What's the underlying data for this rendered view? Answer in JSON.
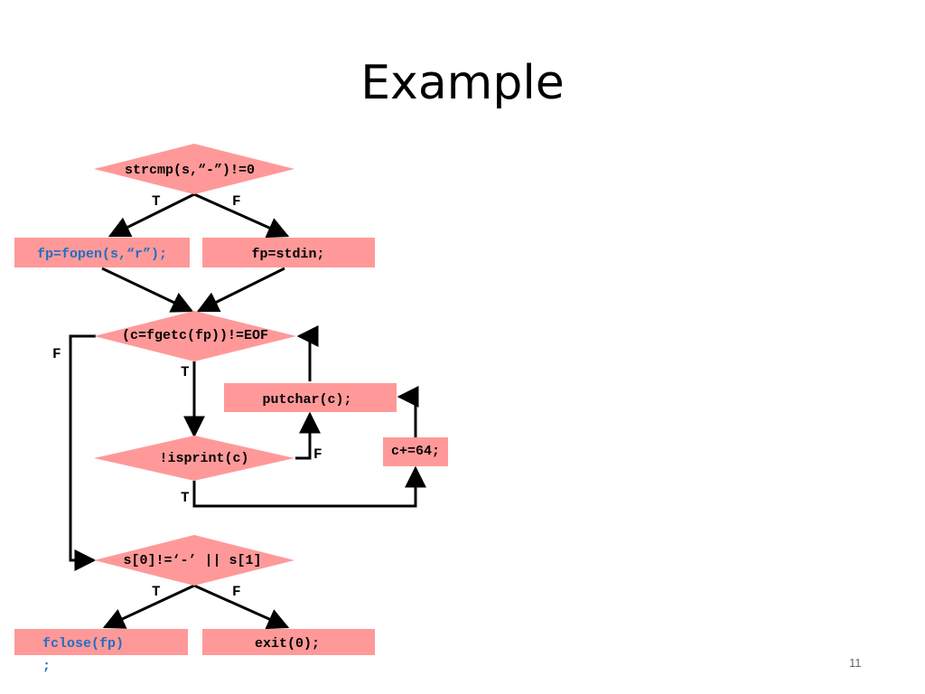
{
  "slide": {
    "title": "Example",
    "page_number": "11"
  },
  "colors": {
    "node_fill": "#ff9999",
    "blue_text": "#1f6fc4",
    "line": "#000000"
  },
  "nodes": {
    "cond1": "strcmp(s,“-”)!=0",
    "fopen": "fp=fopen(s,“r”);",
    "stdin": "fp=stdin;",
    "loop": "(c=fgetc(fp))!=EOF",
    "putchar": "putchar(c);",
    "isprint": "!isprint(c)",
    "add64": "c+=64;",
    "cond2": "s[0]!=‘-’ || s[1]",
    "fclose_line1": "fclose(fp)",
    "fclose_line2": ";",
    "exit": "exit(0);"
  },
  "edge_labels": {
    "t": "T",
    "f": "F"
  }
}
